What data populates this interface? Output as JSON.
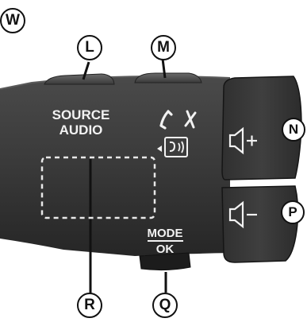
{
  "callouts": {
    "w": "W",
    "l": "L",
    "m": "M",
    "n": "N",
    "p": "P",
    "q": "Q",
    "r": "R"
  },
  "stalk": {
    "source_line1": "SOURCE",
    "source_line2": "AUDIO",
    "mode_line1": "MODE",
    "mode_line2": "OK"
  },
  "colors": {
    "body": "#3a3a3a",
    "body_dark": "#252525",
    "button": "#343434",
    "label_text": "#f2f2f2",
    "outline": "#111111"
  },
  "icons": [
    "phone-pickup-icon",
    "phone-hangup-icon",
    "voice-command-icon",
    "volume-up-icon",
    "volume-down-icon"
  ]
}
